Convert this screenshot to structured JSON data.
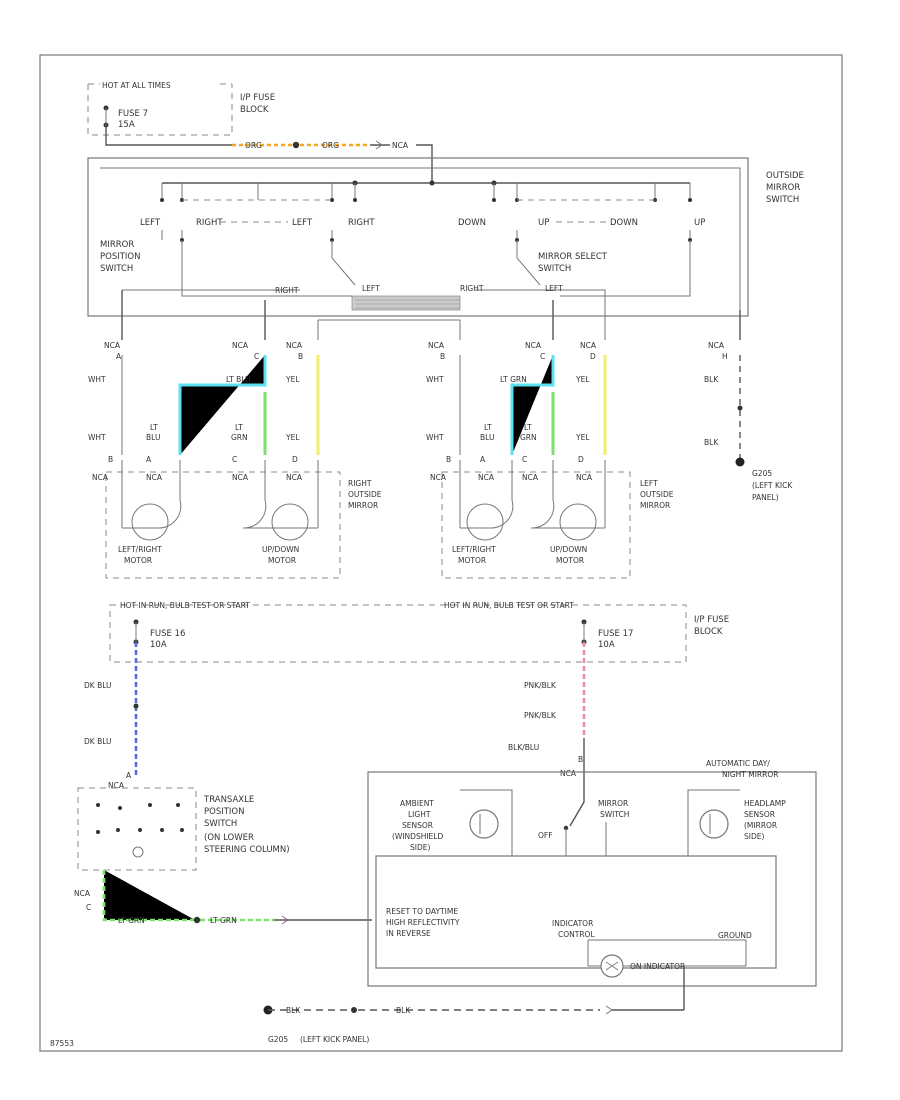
{
  "colors": {
    "orange": "#f5a623",
    "light_blue": "#5de0f2",
    "light_green": "#7be36a",
    "yellow": "#f2ee6a",
    "dark_blue": "#5470d8",
    "pink": "#f08aa8",
    "wire": "#555555"
  },
  "fuse_top": {
    "header": "HOT AT ALL TIMES",
    "fuse_name": "FUSE 7",
    "fuse_amp": "15A",
    "block_l1": "I/P FUSE",
    "block_l2": "BLOCK"
  },
  "top_wires": {
    "orn1": "ORG",
    "orn2": "ORG",
    "conn": "NCA"
  },
  "switch": {
    "label_l1": "OUTSIDE",
    "label_l2": "MIRROR",
    "label_l3": "SWITCH",
    "pos_l1": "MIRROR",
    "pos_l2": "POSITION",
    "pos_l3": "SWITCH",
    "sel_l1": "MIRROR SELECT",
    "sel_l2": "SWITCH",
    "left1": "LEFT",
    "right1": "RIGHT",
    "left2": "LEFT",
    "right2": "RIGHT",
    "down1": "DOWN",
    "up1": "UP",
    "down2": "DOWN",
    "up2": "UP",
    "right_l": "RIGHT",
    "left_l": "LEFT",
    "right_r": "RIGHT",
    "left_r": "LEFT"
  },
  "pins": {
    "p1": "NCA",
    "p1b": "A",
    "p2": "NCA",
    "p2b": "C",
    "p3": "NCA",
    "p3b": "B",
    "p4": "NCA",
    "p4b": "B",
    "p5": "NCA",
    "p5b": "C",
    "p6": "NCA",
    "p6b": "D",
    "p7": "NCA",
    "p7b": "H"
  },
  "wire_labels": {
    "wht1": "WHT",
    "ltblu1": "LT BLU",
    "yel1": "YEL",
    "wht2": "WHT",
    "ltgrn2": "LT GRN",
    "yel2": "YEL",
    "blk1": "BLK",
    "wht3": "WHT",
    "ltblu3a": "LT",
    "ltblu3b": "BLU",
    "ltgrn3a": "LT",
    "ltgrn3b": "GRN",
    "yel3": "YEL",
    "wht4": "WHT",
    "ltblu4a": "LT",
    "ltblu4b": "BLU",
    "ltgrn4a": "LT",
    "ltgrn4b": "GRN",
    "yel4": "YEL",
    "blk2": "BLK"
  },
  "ground1": {
    "name": "G205",
    "l1": "(LEFT KICK",
    "l2": "PANEL)"
  },
  "mirror_right": {
    "conn_b": "B",
    "conn_a": "A",
    "conn_c": "C",
    "conn_d": "D",
    "nca1": "NCA",
    "nca2": "NCA",
    "nca3": "NCA",
    "nca4": "NCA",
    "label_l1": "RIGHT",
    "label_l2": "OUTSIDE",
    "label_l3": "MIRROR",
    "m1_l1": "LEFT/RIGHT",
    "m1_l2": "MOTOR",
    "m2_l1": "UP/DOWN",
    "m2_l2": "MOTOR"
  },
  "mirror_left": {
    "conn_b": "B",
    "conn_a": "A",
    "conn_c": "C",
    "conn_d": "D",
    "nca1": "NCA",
    "nca2": "NCA",
    "nca3": "NCA",
    "nca4": "NCA",
    "label_l1": "LEFT",
    "label_l2": "OUTSIDE",
    "label_l3": "MIRROR",
    "m1_l1": "LEFT/RIGHT",
    "m1_l2": "MOTOR",
    "m2_l1": "UP/DOWN",
    "m2_l2": "MOTOR"
  },
  "fuse_mid": {
    "hdr_left": "HOT IN RUN, BULB TEST OR START",
    "hdr_right": "HOT IN RUN, BULB TEST OR START",
    "f16": "FUSE 16",
    "f16a": "10A",
    "f17": "FUSE 17",
    "f17a": "10A",
    "block_l1": "I/P FUSE",
    "block_l2": "BLOCK"
  },
  "lower_wires": {
    "dkblu1": "DK BLU",
    "dkblu2": "DK BLU",
    "pnk1": "PNK/BLK",
    "pnk2": "PNK/BLK",
    "pnk3": "BLK/BLU",
    "nca_a": "NCA",
    "nca_b": "NCA",
    "nca_c": "NCA",
    "ltgrn1": "LT GRN",
    "ltgrn2": "LT GRN",
    "blk1": "BLK",
    "blk2": "BLK",
    "conn_a": "A",
    "conn_b": "B",
    "conn_c": "C"
  },
  "transaxle": {
    "l1": "TRANSAXLE",
    "l2": "POSITION",
    "l3": "SWITCH",
    "l4": "(ON LOWER",
    "l5": "STEERING COLUMN)"
  },
  "auto_mirror": {
    "title_l1": "AUTOMATIC DAY/",
    "title_l2": "NIGHT MIRROR",
    "amb_l1": "AMBIENT",
    "amb_l2": "LIGHT",
    "amb_l3": "SENSOR",
    "amb_l4": "(WINDSHIELD",
    "amb_l5": "SIDE)",
    "off": "OFF",
    "sw_l1": "MIRROR",
    "sw_l2": "SWITCH",
    "head_l1": "HEADLAMP",
    "head_l2": "SENSOR",
    "head_l3": "(MIRROR",
    "head_l4": "SIDE)",
    "reset_l1": "RESET TO DAYTIME",
    "reset_l2": "HIGH REFLECTIVITY",
    "reset_l3": "IN REVERSE",
    "ind_l1": "INDICATOR",
    "ind_l2": "CONTROL",
    "ground_lbl": "GROUND",
    "on_ind": "ON INDICATOR"
  },
  "ground2": {
    "name": "G205",
    "text": "(LEFT KICK PANEL)"
  },
  "footer": {
    "code": "87553"
  }
}
